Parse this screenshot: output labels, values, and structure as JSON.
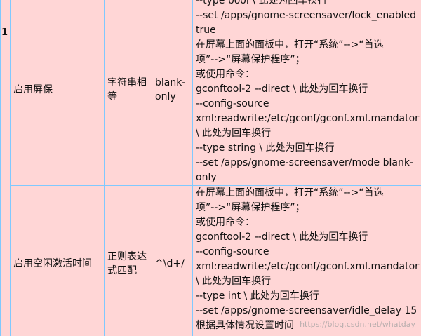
{
  "table": {
    "index_label": "1",
    "rows": [
      {
        "name": "启用屏保",
        "type": "字符串相等",
        "value": "blank-only",
        "lines": [
          "--type bool \\ 此处为回车换行",
          "--set /apps/gnome-screensaver/lock_enabled",
          "true",
          "在屏幕上面的面板中，打开“系统”-->“首选",
          "项”-->“屏幕保护程序”；",
          "或使用命令：",
          "gconftool-2 --direct \\ 此处为回车换行",
          "--config-source",
          "xml:readwrite:/etc/gconf/gconf.xml.mandatory",
          "\\ 此处为回车换行",
          "--type string \\ 此处为回车换行",
          "--set /apps/gnome-screensaver/mode blank-",
          "only"
        ]
      },
      {
        "name": "启用空闲激活时间",
        "type": "正则表达式匹配",
        "value": "^\\d+/",
        "lines": [
          "在屏幕上面的面板中，打开“系统”-->“首选",
          "项”-->“屏幕保护程序”；",
          "或使用命令：",
          "gconftool-2 --direct \\ 此处为回车换行",
          "--config-source",
          "xml:readwrite:/etc/gconf/gconf.xml.mandatory",
          "\\ 此处为回车换行",
          "--type int \\ 此处为回车换行",
          "--set /apps/gnome-screensaver/idle_delay 15",
          "根据具体情况设置时间"
        ]
      }
    ]
  },
  "watermark": "https://blog.csdn.net/whatday"
}
